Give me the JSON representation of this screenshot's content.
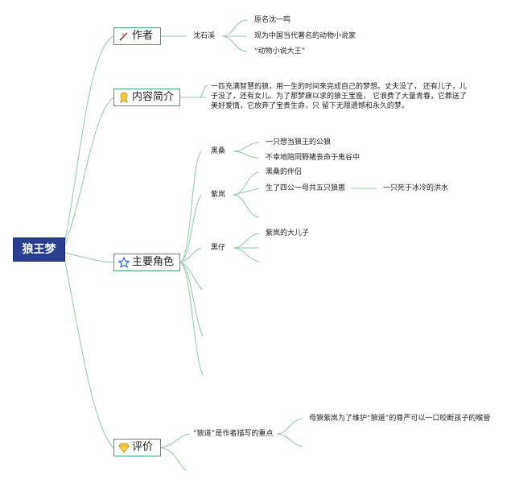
{
  "root": {
    "title": "狼王梦"
  },
  "branches": {
    "author": {
      "label": "作者",
      "icon": "pen-icon",
      "name": "沈石溪",
      "details": [
        "原名沈一鸣",
        "现为中国当代著名的动物小说家",
        "“动物小说大王”"
      ]
    },
    "summary": {
      "label": "内容简介",
      "icon": "medal-icon",
      "text": "一匹充满智慧的狼，用一生的时间来完成自己的梦想。丈夫没了， 还有儿子，儿子没了，还有女儿。为了那梦寐以求的狼王宝座， 它浪费了大量青春，它葬送了美好爱情，它放弃了宝贵生命，只 留下无限遗憾和永久的梦。"
    },
    "characters": {
      "label": "主要角色",
      "icon": "star-icon",
      "heisang": {
        "name": "黑桑",
        "details": [
          "一只想当狼王的公狼",
          "不幸地陪同野猪丧命于鬼谷中"
        ]
      },
      "zilan": {
        "name": "紫岚",
        "details": [
          "黑桑的伴侣",
          "生了四公一母共五只狼崽"
        ],
        "sub": "一只死于冰冷的洪水"
      },
      "heizai": {
        "name": "黑仔",
        "details": [
          "紫岚的大儿子"
        ]
      }
    },
    "review": {
      "label": "评价",
      "icon": "diamond-icon",
      "point": "“狼道”是作者描写的重点",
      "detail": "母狼紫岚为了维护“狼道”的尊严可以一口咬断孩子的喉管"
    }
  },
  "colors": {
    "root_bg": "#2a3f8f",
    "line": "#93c8a8",
    "border": "#4f9a6e"
  }
}
